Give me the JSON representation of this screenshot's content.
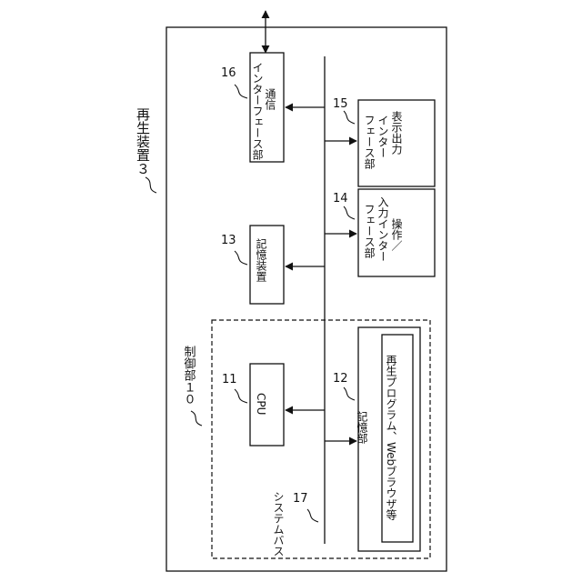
{
  "device": {
    "title": "再生装置３"
  },
  "control_unit": {
    "title": "制御部１０"
  },
  "comm_if": {
    "ref": "16",
    "line1": "通信",
    "line2": "インターフェース部"
  },
  "display_if": {
    "ref": "15",
    "line1": "表示出力",
    "line2": "インター",
    "line3": "フェース部"
  },
  "operation_if": {
    "ref": "14",
    "line1": "操作／",
    "line2": "入力インター",
    "line3": "フェース部"
  },
  "storage_device": {
    "ref": "13",
    "label": "記憶装置"
  },
  "cpu": {
    "ref": "11",
    "label": "CPU"
  },
  "memory": {
    "ref": "12",
    "label": "記憶部",
    "program": "再生プログラム、Webブラウザ等"
  },
  "system_bus": {
    "ref": "17",
    "label": "システムバス"
  },
  "colors": {
    "ink": "#111111",
    "background": "#ffffff"
  }
}
